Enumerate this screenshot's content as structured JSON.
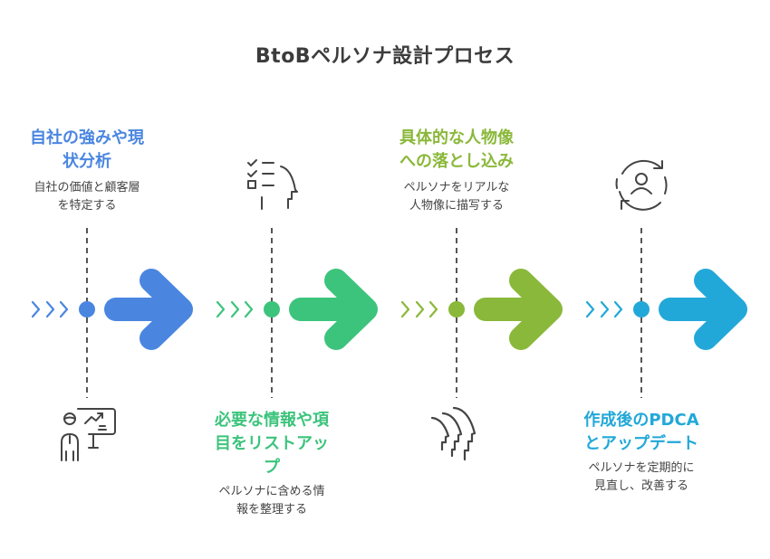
{
  "title": "BtoBペルソナ設計プロセス",
  "steps": [
    {
      "title_line1": "自社の強みや現",
      "title_line2": "状分析",
      "title_line3": "",
      "desc_line1": "自社の価値と顧客層",
      "desc_line2": "を特定する",
      "color": "#4a86e0",
      "icon": "presenter-chart-icon",
      "text_position": "top"
    },
    {
      "title_line1": "必要な情報や項",
      "title_line2": "目をリストアッ",
      "title_line3": "プ",
      "desc_line1": "ペルソナに含める情",
      "desc_line2": "報を整理する",
      "color": "#3cc47c",
      "icon": "checklist-head-icon",
      "text_position": "bottom"
    },
    {
      "title_line1": "具体的な人物像",
      "title_line2": "への落とし込み",
      "title_line3": "",
      "desc_line1": "ペルソナをリアルな",
      "desc_line2": "人物像に描写する",
      "color": "#8ab83a",
      "icon": "multiple-profiles-icon",
      "text_position": "top"
    },
    {
      "title_line1": "作成後のPDCA",
      "title_line2": "とアップデート",
      "title_line3": "",
      "desc_line1": "ペルソナを定期的に",
      "desc_line2": "見直し、改善する",
      "color": "#22a8d8",
      "icon": "user-refresh-icon",
      "text_position": "bottom"
    }
  ]
}
